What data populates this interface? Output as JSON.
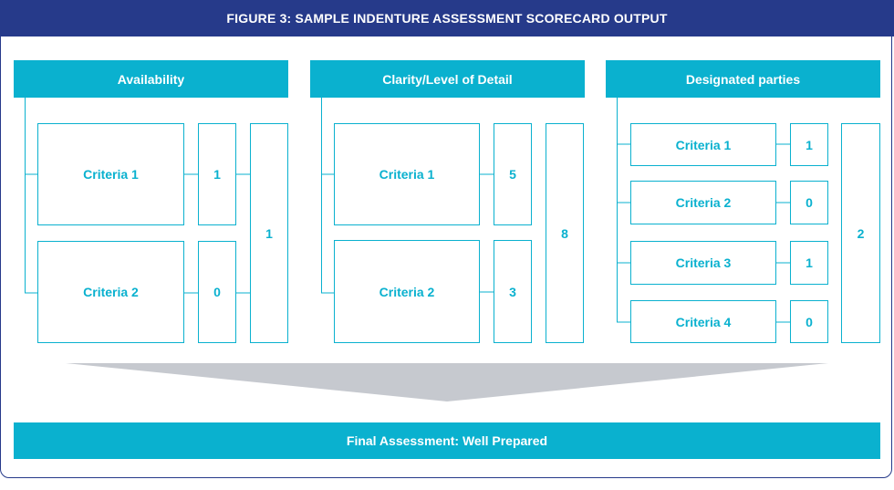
{
  "figure": {
    "title": "FIGURE 3: SAMPLE INDENTURE ASSESSMENT SCORECARD OUTPUT"
  },
  "colors": {
    "navy": "#263a8a",
    "accent": "#0ab1cf",
    "arrow": "#c6c9cf"
  },
  "columns": [
    {
      "header": "Availability",
      "total": "1",
      "criteria": [
        {
          "label": "Criteria 1",
          "score": "1"
        },
        {
          "label": "Criteria 2",
          "score": "0"
        }
      ]
    },
    {
      "header": "Clarity/Level of Detail",
      "total": "8",
      "criteria": [
        {
          "label": "Criteria 1",
          "score": "5"
        },
        {
          "label": "Criteria 2",
          "score": "3"
        }
      ]
    },
    {
      "header": "Designated parties",
      "total": "2",
      "criteria": [
        {
          "label": "Criteria 1",
          "score": "1"
        },
        {
          "label": "Criteria 2",
          "score": "0"
        },
        {
          "label": "Criteria 3",
          "score": "1"
        },
        {
          "label": "Criteria 4",
          "score": "0"
        }
      ]
    }
  ],
  "final": {
    "text": "Final Assessment: Well Prepared"
  }
}
